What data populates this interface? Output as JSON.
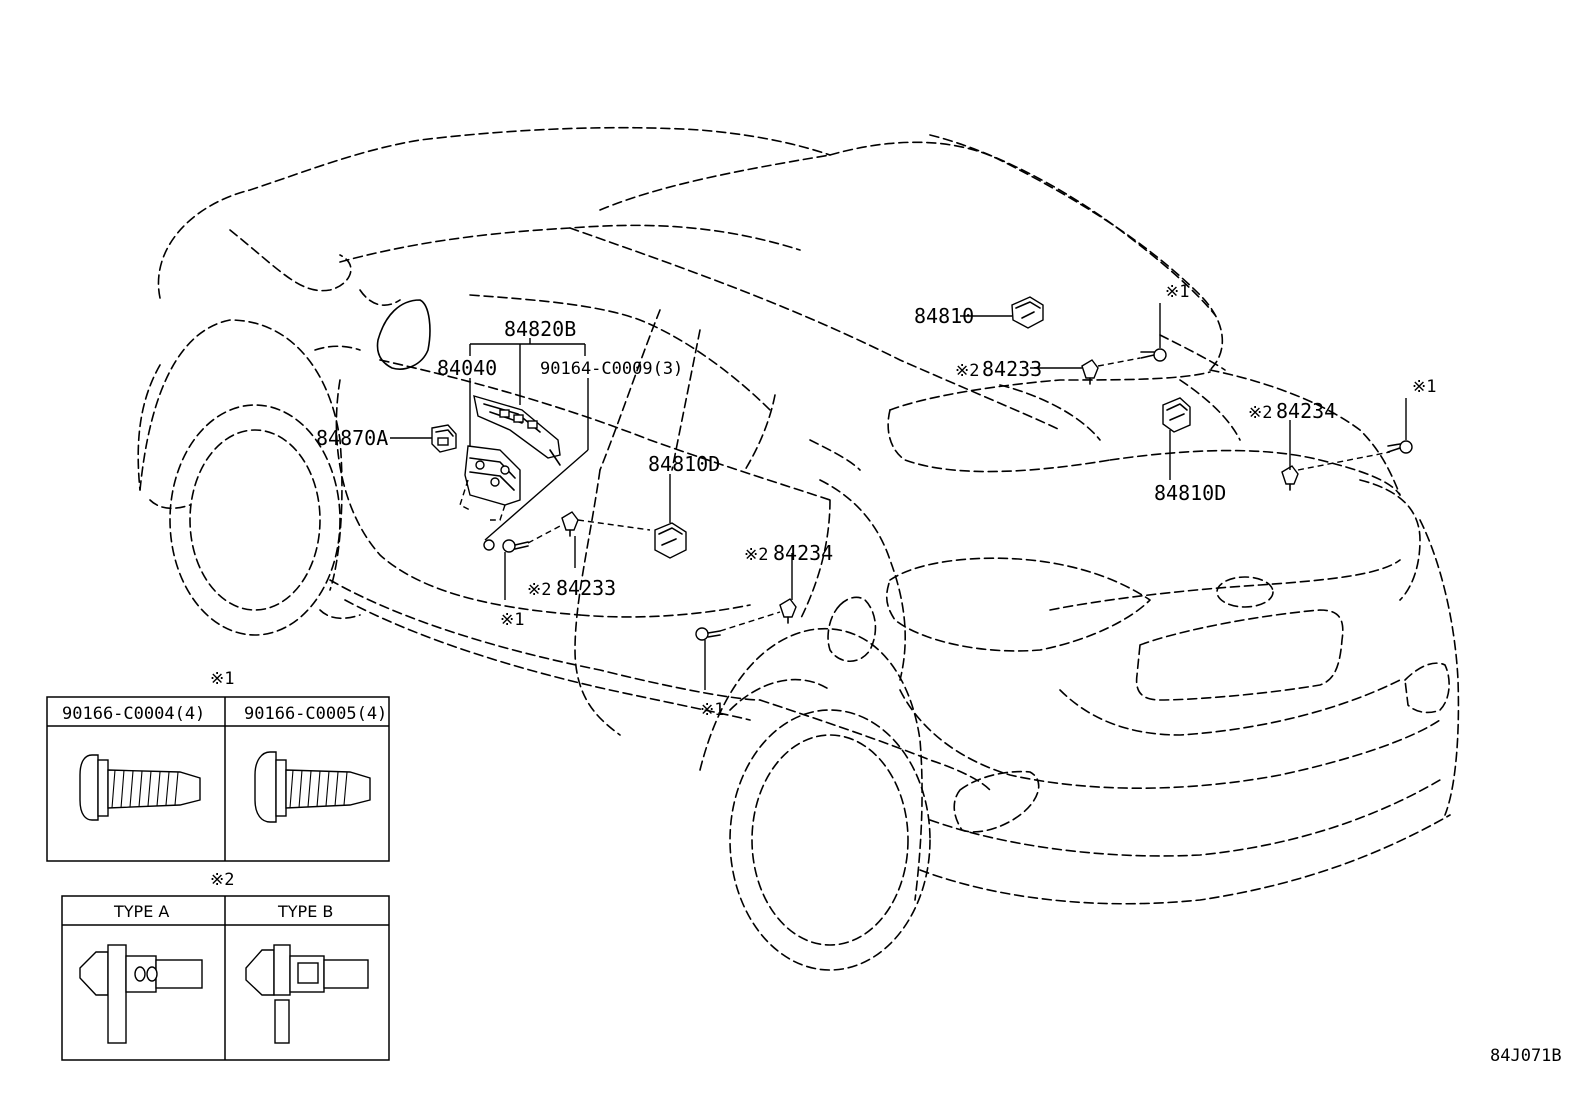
{
  "diagram_id": "84J071B",
  "callouts": {
    "p84810": "84810",
    "p84820B": "84820B",
    "p84040": "84040",
    "p90164": "90164-C0009(3)",
    "p84870A": "84870A",
    "p84810D_left": "84810D",
    "p84810D_right": "84810D",
    "p84233_top": "84233",
    "p84233_left": "84233",
    "p84234_right": "84234",
    "p84234_mid": "84234"
  },
  "note_marks": {
    "mark1": "※1",
    "mark2": "※2",
    "sub1": "1",
    "sub2": "2"
  },
  "legend1": {
    "mark": "※1",
    "col1_header": "90166-C0004(4)",
    "col2_header": "90166-C0005(4)"
  },
  "legend2": {
    "mark": "※2",
    "col1_header": "TYPE A",
    "col2_header": "TYPE B"
  }
}
